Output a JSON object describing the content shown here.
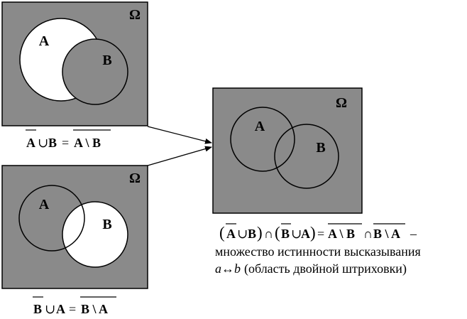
{
  "panels": {
    "top_left": {
      "omega": "Ω",
      "label_a": "A",
      "label_b": "B",
      "formula": {
        "left": "A",
        "union": "∪",
        "right": "B",
        "equals": "=",
        "result": "A \\ B"
      }
    },
    "bottom_left": {
      "omega": "Ω",
      "label_a": "A",
      "label_b": "B",
      "formula": {
        "left": "B",
        "union": "∪",
        "right": "A",
        "equals": "=",
        "result": "B \\ A"
      }
    },
    "right": {
      "omega": "Ω",
      "label_a": "A",
      "label_b": "B"
    }
  },
  "caption": {
    "lp1": "(",
    "t1": "A",
    "u1": "∪",
    "t2": "B",
    "rp1": ")",
    "cap1": "∩",
    "lp2": "(",
    "t3": "B",
    "u2": "∪",
    "t4": "A",
    "rp2": ")",
    "eq": "=",
    "r1": "A \\ B",
    "cap2": "∩",
    "r2": "B \\ A",
    "dash": "–",
    "line2": "множество истинности высказывания",
    "line3_var": "a↔b",
    "line3_text": "(область двойной штриховки)"
  },
  "colors": {
    "panel_fill": "#8a8a8a",
    "circle_white": "#ffffff",
    "stroke": "#000000"
  }
}
